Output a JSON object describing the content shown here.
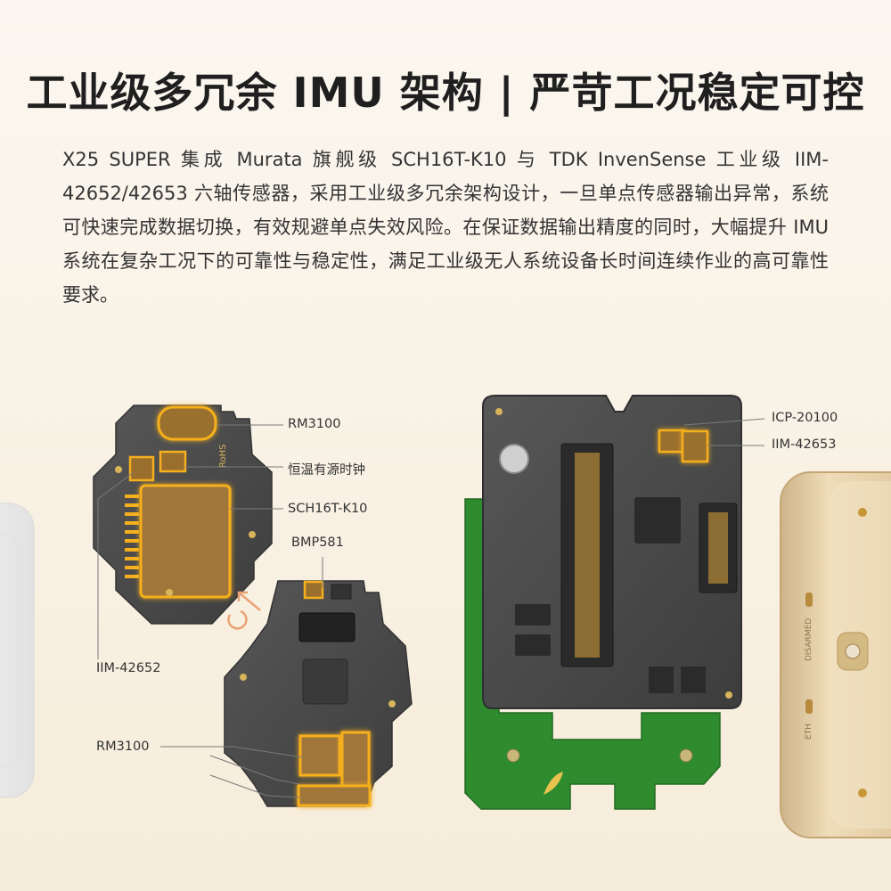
{
  "heading": {
    "title": "工业级多冗余 IMU 架构 | 严苛工况稳定可控",
    "description": "X25 SUPER 集成 Murata 旗舰级 SCH16T-K10 与 TDK InvenSense 工业级 IIM-42652/42653 六轴传感器，采用工业级多冗余架构设计，一旦单点传感器输出异常，系统可快速完成数据切换，有效规避单点失效风险。在保证数据输出精度的同时，大幅提升 IMU 系统在复杂工况下的可靠性与稳定性，满足工业级无人系统设备长时间连续作业的高可靠性要求。"
  },
  "labels": {
    "rm3100_top": "RM3100",
    "clock": "恒温有源时钟",
    "sch16t": "SCH16T-K10",
    "bmp581": "BMP581",
    "iim42652": "IIM-42652",
    "rm3100_bottom": "RM3100",
    "icp20100": "ICP-20100",
    "iim42653": "IIM-42653"
  },
  "board_marks": {
    "rohs": "RoHS",
    "disarmed": "DISARMED",
    "eth": "ETH"
  },
  "colors": {
    "pcb_dark": "#4a4a4a",
    "pcb_green": "#2c8a2c",
    "highlight": "#f6b01e",
    "case_gold": "#e2ccA4"
  }
}
